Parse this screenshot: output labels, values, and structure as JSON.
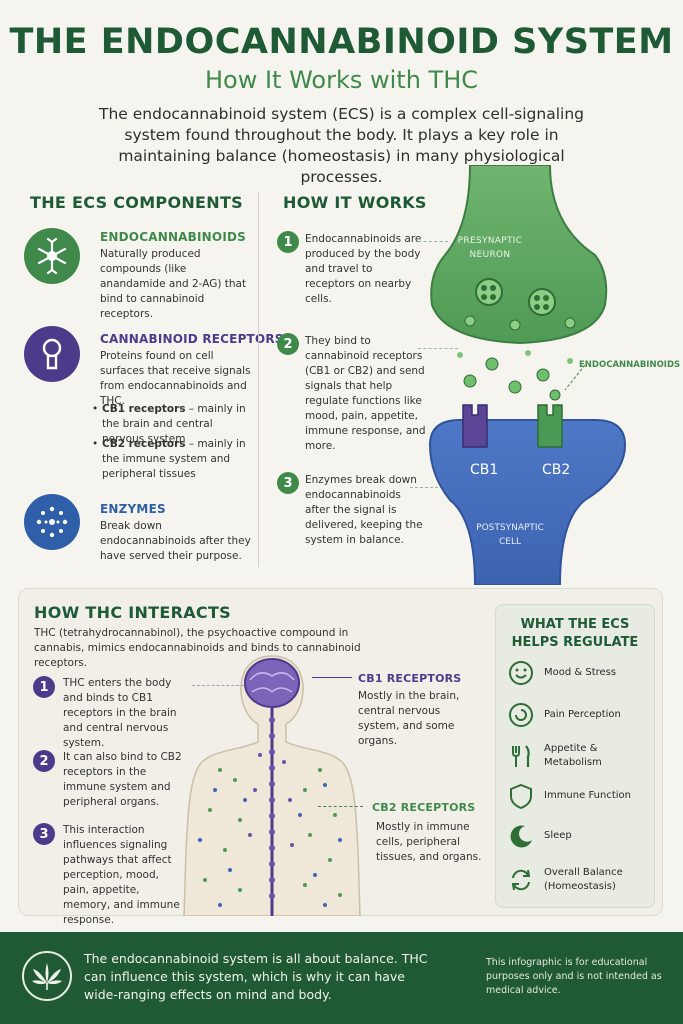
{
  "header": {
    "title": "THE ENDOCANNABINOID SYSTEM",
    "subtitle": "How It Works with THC",
    "intro": "The endocannabinoid system (ECS) is a complex cell-signaling system found throughout the body. It plays a key role in maintaining balance (homeostasis) in many physiological processes."
  },
  "components": {
    "heading": "THE ECS COMPONENTS",
    "items": [
      {
        "title": "ENDOCANNABINOIDS",
        "body": "Naturally produced compounds (like anandamide and 2-AG) that bind to cannabinoid receptors.",
        "icon": "neuron-icon",
        "color": "#3f8a4a"
      },
      {
        "title": "CANNABINOID RECEPTORS",
        "body": "Proteins found on cell surfaces that receive signals from endocannabinoids and THC.",
        "icon": "receptor-icon",
        "color": "#4c3a8a",
        "bullets": [
          {
            "bold": "CB1 receptors",
            "text": " – mainly in the brain and central nervous system"
          },
          {
            "bold": "CB2 receptors",
            "text": " – mainly in the immune system and peripheral tissues"
          }
        ]
      },
      {
        "title": "ENZYMES",
        "body": "Break down endocannabinoids after they have served their purpose.",
        "icon": "enzyme-icon",
        "color": "#2f5fa8"
      }
    ]
  },
  "how_it_works": {
    "heading": "HOW IT WORKS",
    "steps": [
      {
        "n": "1",
        "text": "Endocannabinoids are produced by the body and travel to receptors on nearby cells."
      },
      {
        "n": "2",
        "text": "They bind to cannabinoid receptors (CB1 or CB2) and send signals that help regulate functions like mood, pain, appetite, immune response, and more."
      },
      {
        "n": "3",
        "text": "Enzymes break down endocannabinoids after the signal is delivered, keeping the system in balance."
      }
    ],
    "diagram": {
      "presynaptic": "PRESYNAPTIC NEURON",
      "postsynaptic": "POSTSYNAPTIC CELL",
      "endocannabinoids": "ENDOCANNABINOIDS",
      "cb1": "CB1",
      "cb2": "CB2"
    }
  },
  "thc": {
    "heading": "HOW THC INTERACTS",
    "intro": "THC (tetrahydrocannabinol), the psychoactive compound in cannabis, mimics endocannabinoids and binds to cannabinoid receptors.",
    "steps": [
      {
        "n": "1",
        "text": "THC enters the body and binds to CB1 receptors in the brain and central nervous system."
      },
      {
        "n": "2",
        "text": "It can also bind to CB2 receptors in the immune system and peripheral organs."
      },
      {
        "n": "3",
        "text": "This interaction influences signaling pathways that affect perception, mood, pain, appetite, memory, and immune response."
      }
    ],
    "cb1": {
      "title": "CB1 RECEPTORS",
      "text": "Mostly in the brain, central nervous system, and some organs."
    },
    "cb2": {
      "title": "CB2 RECEPTORS",
      "text": "Mostly in immune cells, peripheral tissues, and organs."
    }
  },
  "regulates": {
    "heading": "WHAT THE ECS HELPS REGULATE",
    "items": [
      {
        "label": "Mood & Stress",
        "icon": "smiley-icon"
      },
      {
        "label": "Pain Perception",
        "icon": "pain-swirl-icon"
      },
      {
        "label": "Appetite & Metabolism",
        "icon": "fork-knife-icon"
      },
      {
        "label": "Immune Function",
        "icon": "shield-icon"
      },
      {
        "label": "Sleep",
        "icon": "moon-icon"
      },
      {
        "label": "Overall Balance (Homeostasis)",
        "icon": "cycle-arrows-icon"
      }
    ]
  },
  "footer": {
    "text": "The endocannabinoid system is all about balance. THC can influence this system, which is why it can have wide-ranging effects on mind and body.",
    "note": "This infographic is for educational purposes only and is not intended as medical advice.",
    "icon": "cannabis-leaf-icon"
  },
  "colors": {
    "dark_green": "#1d5a35",
    "green": "#3f8a4a",
    "purple": "#4c3a8a",
    "blue": "#2f5fa8",
    "cream": "#f6f4ee"
  }
}
